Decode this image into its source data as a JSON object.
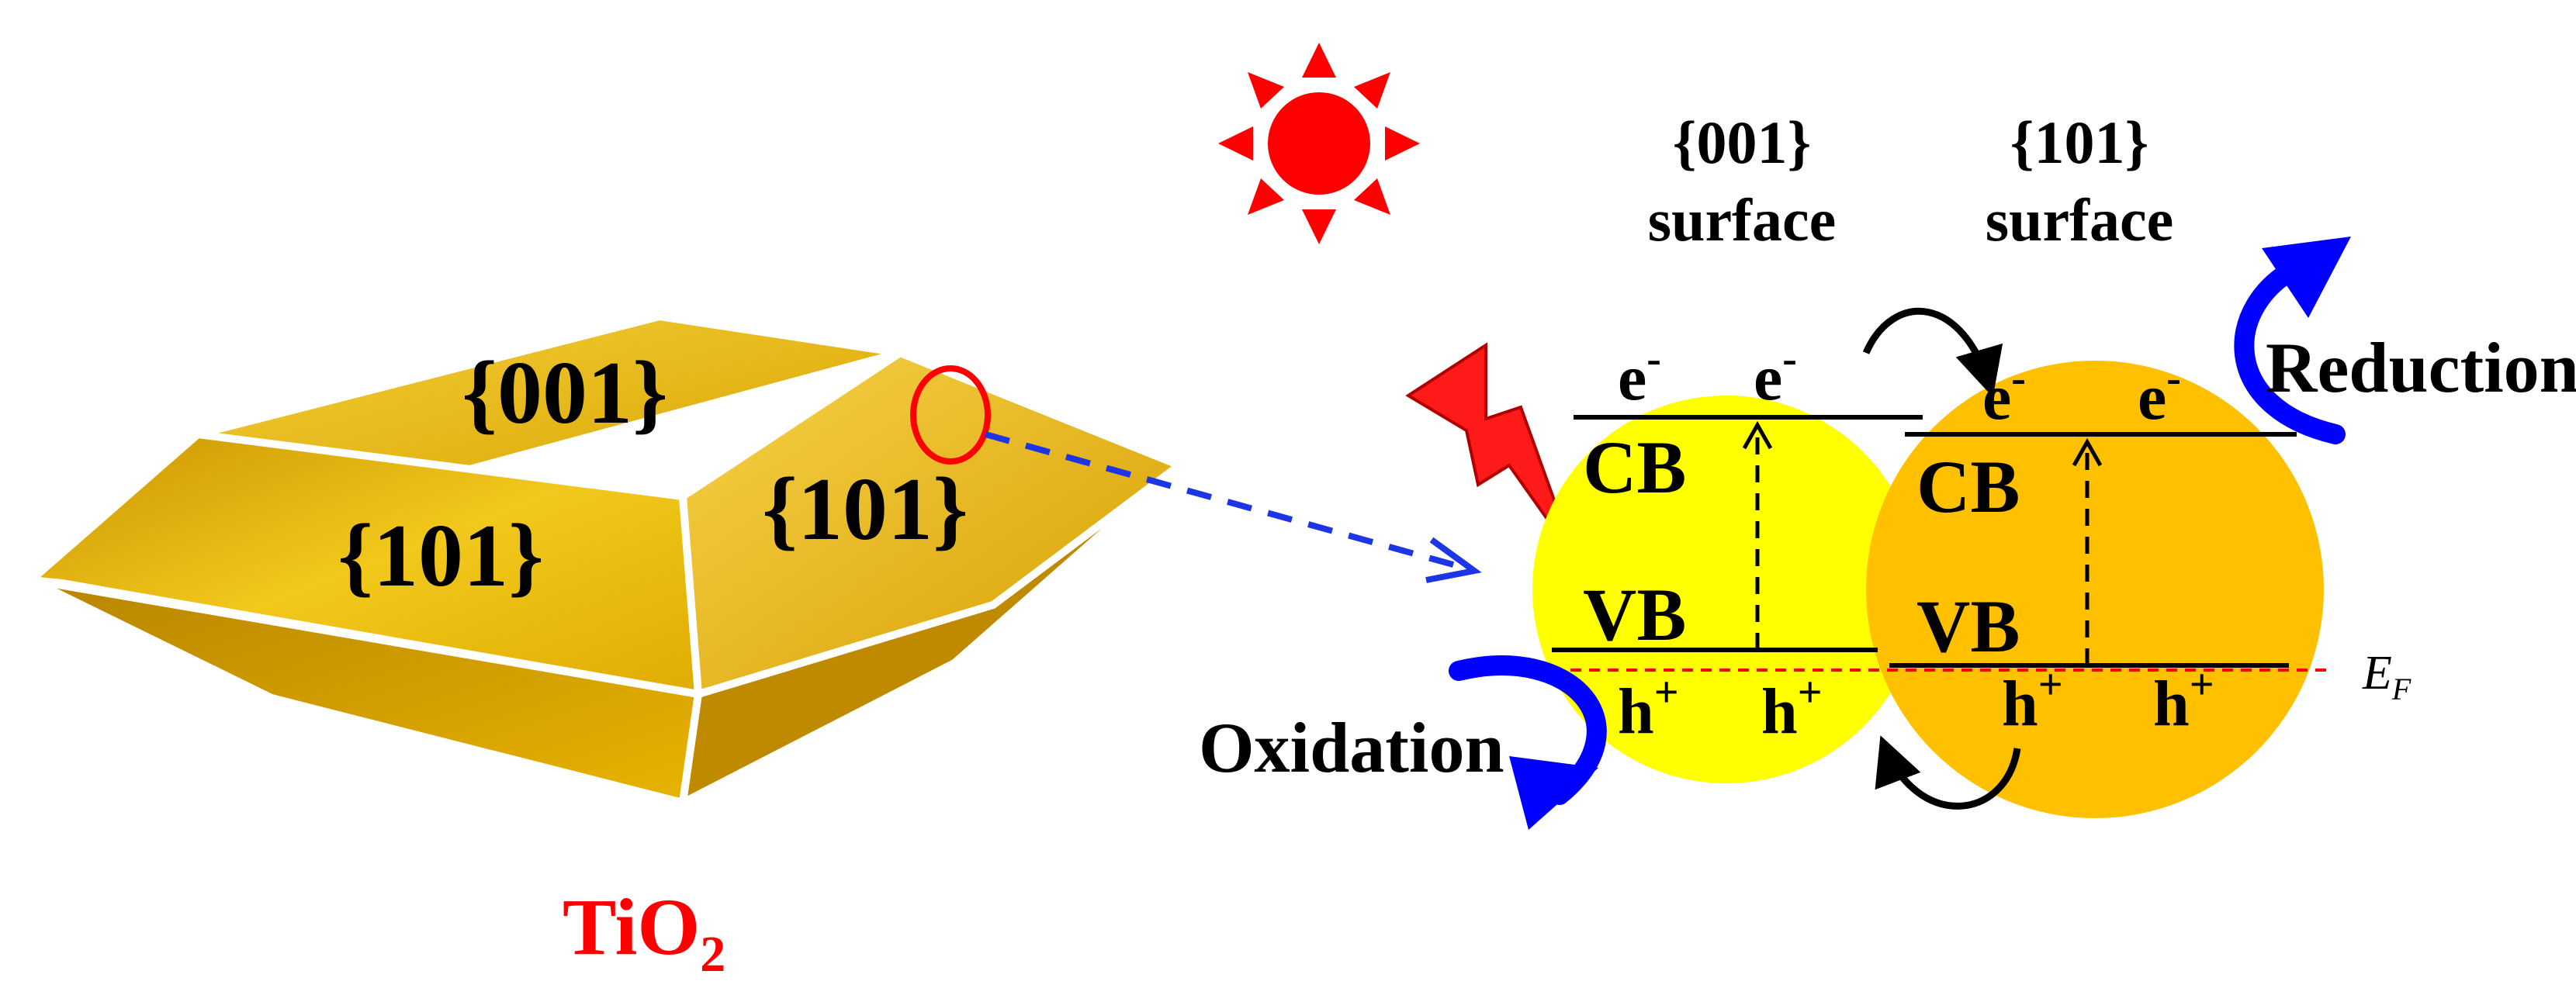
{
  "crystal": {
    "facet_top": "{001}",
    "facet_left": "{101}",
    "facet_right": "{101}",
    "formula_main": "TiO",
    "formula_sub": "2"
  },
  "surfaces": {
    "left": {
      "line1": "{001}",
      "line2": "surface"
    },
    "right": {
      "line1": "{101}",
      "line2": "surface"
    }
  },
  "bands": {
    "cb": "CB",
    "vb": "VB",
    "electron": "e",
    "electron_sup": "-",
    "hole": "h",
    "hole_sup": "+",
    "fermi_main": "E",
    "fermi_sub": "F"
  },
  "processes": {
    "reduction": "Reduction",
    "oxidation": "Oxidation"
  },
  "colors": {
    "crystal_gold": "#E8B400",
    "left_particle": "#FFFF00",
    "right_particle": "#FFC000",
    "sun": "#FF0000",
    "lightning": "#FF1A1A",
    "process_arrow": "#0000FF",
    "fermi_line": "#FF0000",
    "formula": "#FF0000"
  }
}
